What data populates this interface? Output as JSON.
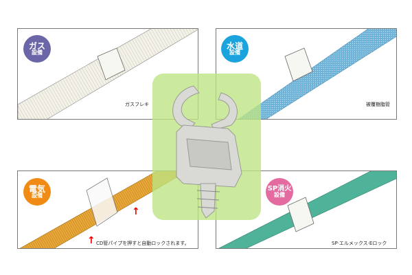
{
  "panels": [
    {
      "id": "gas",
      "badge_line1": "ガス",
      "badge_line2": "設備",
      "caption": "ガスフレキ",
      "badge_color": "#6b66a8",
      "pipe_color": "#f3f0e6"
    },
    {
      "id": "water",
      "badge_line1": "水道",
      "badge_line2": "設備",
      "caption": "被覆樹脂管",
      "badge_color": "#1aa3dc",
      "pipe_color": "#6fb3d8"
    },
    {
      "id": "electric",
      "badge_line1": "電気",
      "badge_line2": "設備",
      "caption": "CD管パイプを押すと自動ロックされます。",
      "badge_color": "#f08c16",
      "pipe_color": "#e8a83a"
    },
    {
      "id": "sprinkler",
      "badge_line1": "SP消火",
      "badge_line2": "設備",
      "caption": "SP·エルメックス·Eロック",
      "badge_color": "#e36b9f",
      "pipe_color": "#4fb39a"
    }
  ],
  "highlight_color": "#c3e68a"
}
